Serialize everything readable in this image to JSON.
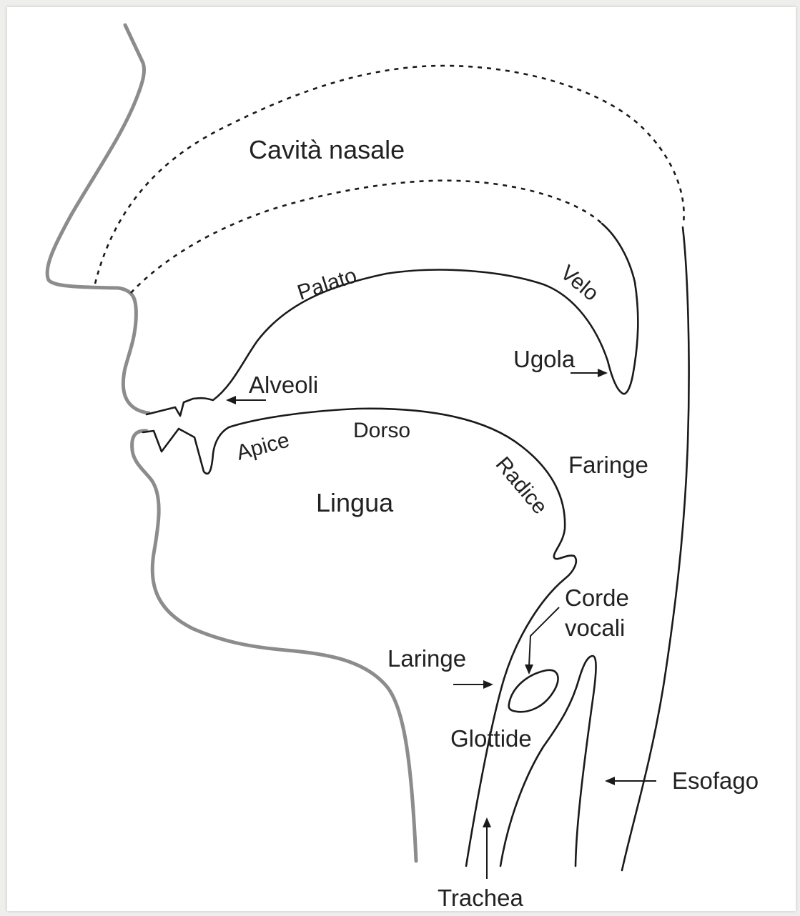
{
  "labels": {
    "cavita_nasale": "Cavità nasale",
    "palato": "Palato",
    "velo": "Velo",
    "ugola": "Ugola",
    "alveoli": "Alveoli",
    "apice": "Apice",
    "dorso": "Dorso",
    "faringe": "Faringe",
    "radice": "Radice",
    "lingua": "Lingua",
    "corde_vocali_1": "Corde",
    "corde_vocali_2": "vocali",
    "laringe": "Laringe",
    "glottide": "Glottide",
    "esofago": "Esofago",
    "trachea": "Trachea"
  },
  "colors": {
    "profile": "#8c8c8c",
    "outline": "#1a1a1a",
    "text": "#222222",
    "page_background": "#eeeeec",
    "card_background": "#ffffff"
  }
}
